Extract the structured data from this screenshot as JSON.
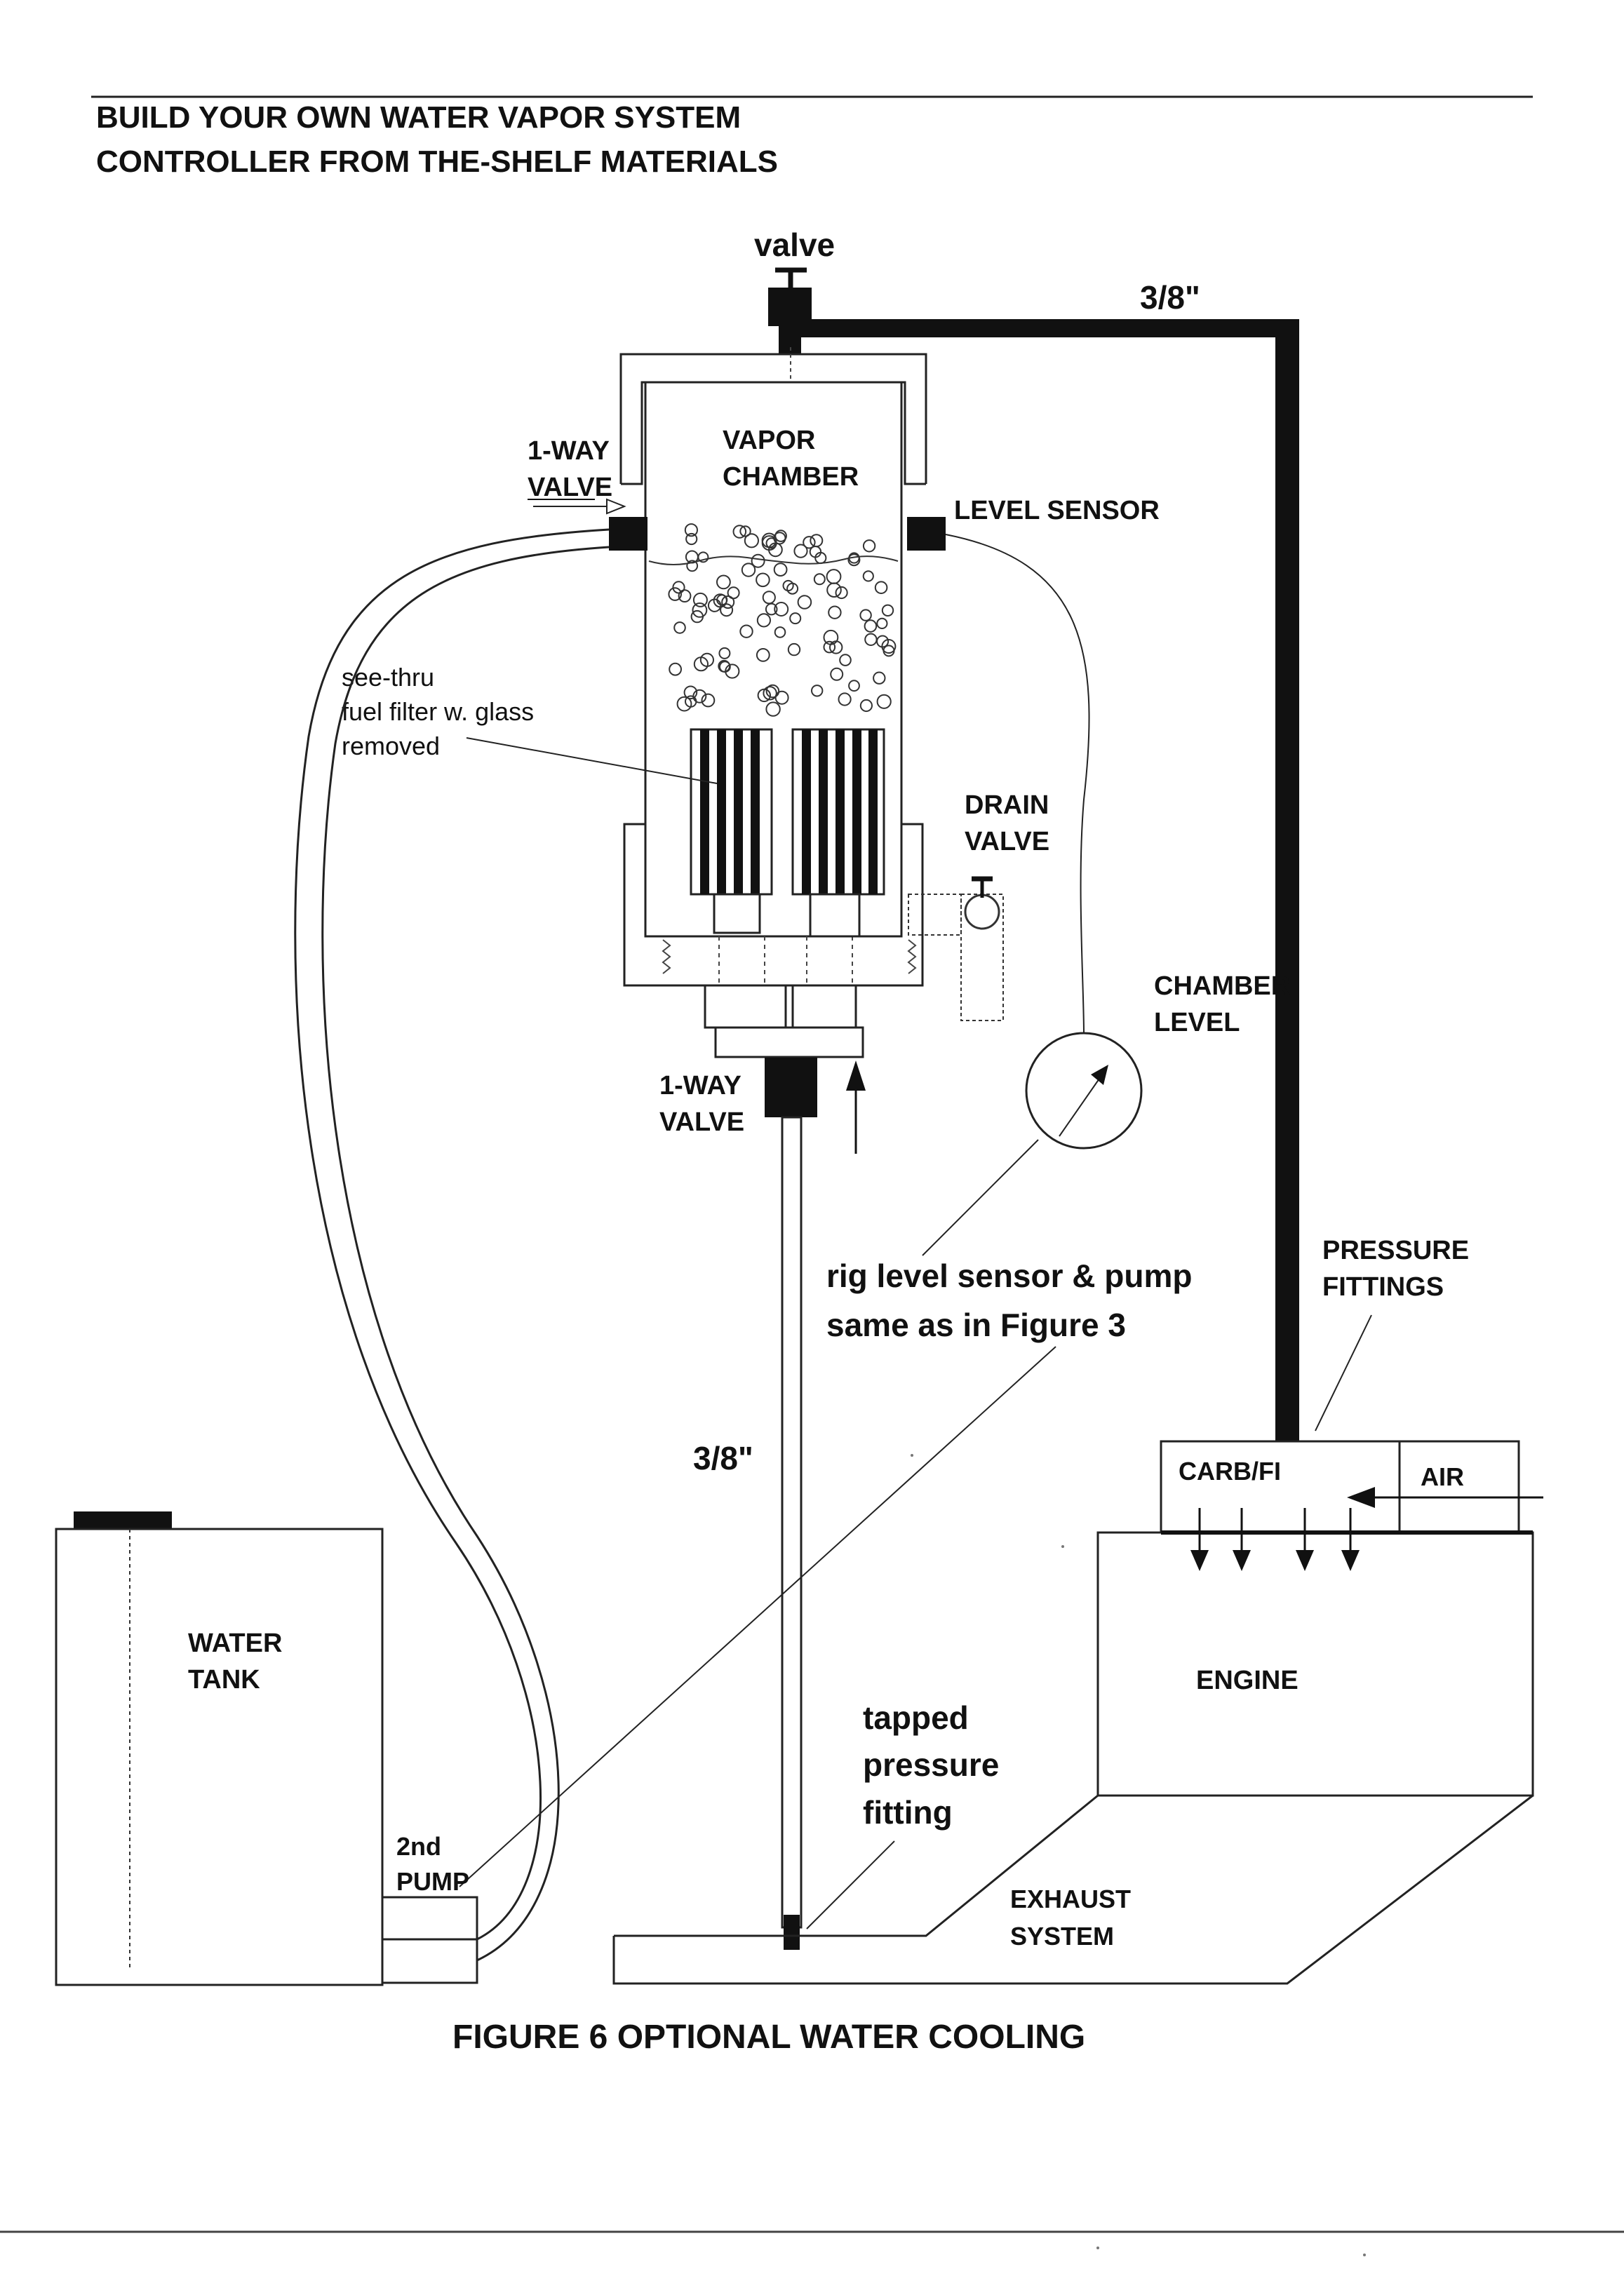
{
  "header": {
    "line1": "BUILD YOUR OWN WATER VAPOR SYSTEM",
    "line2": "CONTROLLER FROM THE-SHELF MATERIALS"
  },
  "labels": {
    "valve_top": "valve",
    "pipe_top_size": "3/8\"",
    "vapor_chamber_1": "VAPOR",
    "vapor_chamber_2": "CHAMBER",
    "one_way_valve_top_1": "1-WAY",
    "one_way_valve_top_2": "VALVE",
    "level_sensor": "LEVEL SENSOR",
    "filter_note_1": "see-thru",
    "filter_note_2": "fuel filter w. glass",
    "filter_note_3": "removed",
    "drain_valve_1": "DRAIN",
    "drain_valve_2": "VALVE",
    "chamber_level_1": "CHAMBER",
    "chamber_level_2": "LEVEL",
    "one_way_valve_bottom_1": "1-WAY",
    "one_way_valve_bottom_2": "VALVE",
    "rig_note_1": "rig level sensor & pump",
    "rig_note_2": "same as in Figure 3",
    "pressure_fittings_1": "PRESSURE",
    "pressure_fittings_2": "FITTINGS",
    "pipe_bottom_size": "3/8\"",
    "carb": "CARB/FI",
    "air": "AIR",
    "water_tank_1": "WATER",
    "water_tank_2": "TANK",
    "engine": "ENGINE",
    "tapped_1": "tapped",
    "tapped_2": "pressure",
    "tapped_3": "fitting",
    "pump_1": "2nd",
    "pump_2": "PUMP",
    "exhaust_1": "EXHAUST",
    "exhaust_2": "SYSTEM"
  },
  "caption": "FIGURE 6   OPTIONAL WATER COOLING"
}
